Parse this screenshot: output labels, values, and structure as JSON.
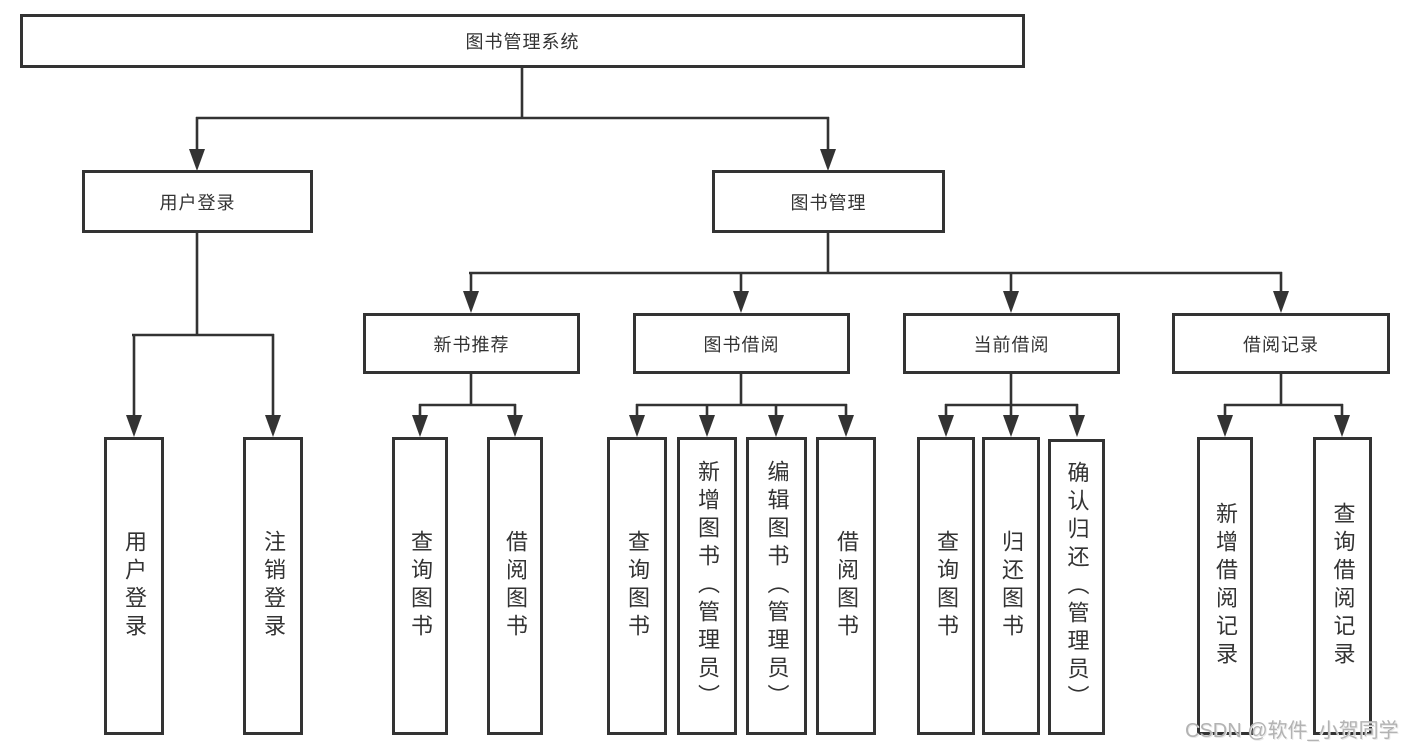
{
  "diagram_title": "图书管理系统",
  "colors": {
    "line": "#333333",
    "box_border": "#333333",
    "text": "#333333",
    "background": "#ffffff",
    "watermark": "#b3b3b3"
  },
  "nodes": {
    "root": "图书管理系统",
    "user_login": "用户登录",
    "book_mgmt": "图书管理",
    "new_books": "新书推荐",
    "book_borrow": "图书借阅",
    "current_borrow": "当前借阅",
    "borrow_records": "借阅记录",
    "leaf_user_login": "用户登录",
    "leaf_logout": "注销登录",
    "leaf_nb_query": "查询图书",
    "leaf_nb_borrow": "借阅图书",
    "leaf_bb_query": "查询图书",
    "leaf_bb_add": "新增图书（管理员）",
    "leaf_bb_edit": "编辑图书（管理员）",
    "leaf_bb_borrow": "借阅图书",
    "leaf_cb_query": "查询图书",
    "leaf_cb_return": "归还图书",
    "leaf_cb_confirm": "确认归还（管理员）",
    "leaf_br_add": "新增借阅记录",
    "leaf_br_query": "查询借阅记录"
  },
  "hierarchy": [
    {
      "label": "图书管理系统",
      "children": [
        {
          "label": "用户登录",
          "children": [
            {
              "label": "用户登录"
            },
            {
              "label": "注销登录"
            }
          ]
        },
        {
          "label": "图书管理",
          "children": [
            {
              "label": "新书推荐",
              "children": [
                {
                  "label": "查询图书"
                },
                {
                  "label": "借阅图书"
                }
              ]
            },
            {
              "label": "图书借阅",
              "children": [
                {
                  "label": "查询图书"
                },
                {
                  "label": "新增图书（管理员）"
                },
                {
                  "label": "编辑图书（管理员）"
                },
                {
                  "label": "借阅图书"
                }
              ]
            },
            {
              "label": "当前借阅",
              "children": [
                {
                  "label": "查询图书"
                },
                {
                  "label": "归还图书"
                },
                {
                  "label": "确认归还（管理员）"
                }
              ]
            },
            {
              "label": "借阅记录",
              "children": [
                {
                  "label": "新增借阅记录"
                },
                {
                  "label": "查询借阅记录"
                }
              ]
            }
          ]
        }
      ]
    }
  ],
  "watermark": {
    "text": "CSDN @软件_小贺同学"
  }
}
